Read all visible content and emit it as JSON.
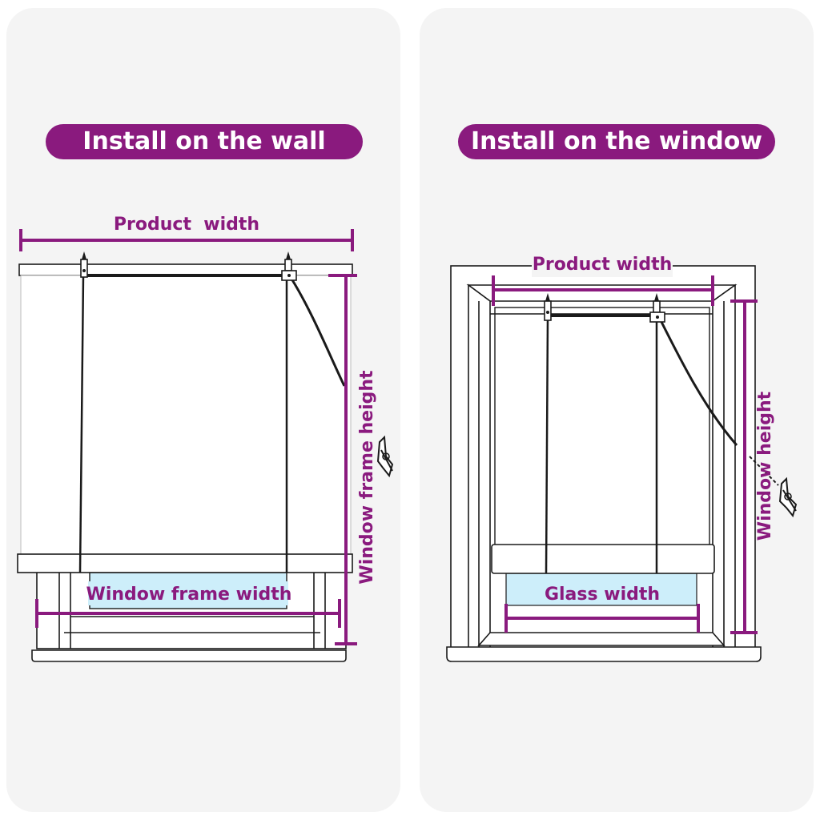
{
  "colors": {
    "accent": "#8a1a7e",
    "panel": "#f4f4f4",
    "glass": "#cdeefa",
    "line": "#1a1a1a"
  },
  "left": {
    "title": "Install on the wall",
    "product_width": "Product  width",
    "frame_height": "Window frame height",
    "frame_width": "Window frame width"
  },
  "right": {
    "title": "Install on the window",
    "product_width": "Product width",
    "window_height": "Window height",
    "glass_width": "Glass width"
  }
}
